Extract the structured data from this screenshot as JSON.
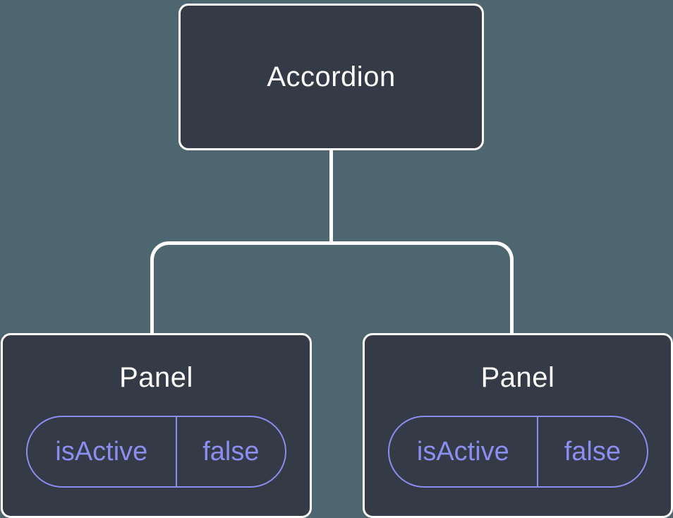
{
  "tree": {
    "root": {
      "label": "Accordion"
    },
    "panels": [
      {
        "label": "Panel",
        "state": {
          "name": "isActive",
          "value": "false"
        }
      },
      {
        "label": "Panel",
        "state": {
          "name": "isActive",
          "value": "false"
        }
      }
    ]
  },
  "colors": {
    "background": "#4d6670",
    "node_fill": "#343a46",
    "node_border": "#ffffff",
    "node_text": "#ffffff",
    "connector": "#ffffff",
    "state_accent": "#8b8df1"
  }
}
